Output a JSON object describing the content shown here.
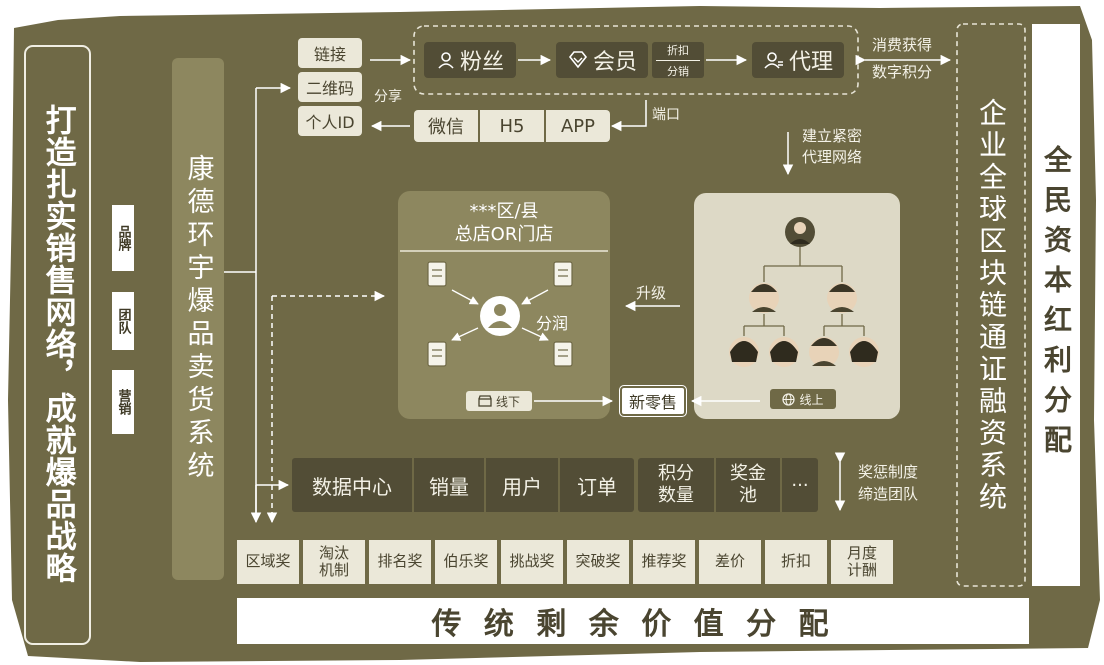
{
  "left_slogan": "打造扎实销售网络，成就爆品战略",
  "left_tags": [
    "品牌",
    "团队",
    "营销"
  ],
  "system_name": "康德环宇爆品卖货系统",
  "share_options": [
    "链接",
    "二维码",
    "个人ID"
  ],
  "share_label": "分享",
  "user_flow": {
    "fans": "粉丝",
    "member": "会员",
    "upgrade_line1": "折扣",
    "upgrade_line2": "分销",
    "agent": "代理"
  },
  "reward_line1": "消费获得",
  "reward_line2": "数字积分",
  "ports": [
    "微信",
    "H5",
    "APP"
  ],
  "port_label": "端口",
  "network_line1": "建立紧密",
  "network_line2": "代理网络",
  "store_title_line1": "***区/县",
  "store_title_line2": "总店OR门店",
  "profit_label": "分润",
  "offline_label": "线下",
  "upgrade_label": "升级",
  "new_retail": "新零售",
  "online_label": "线上",
  "data_center": [
    "数据中心",
    "销量",
    "用户",
    "订单"
  ],
  "points_box": {
    "line1": "积分",
    "line2": "数量"
  },
  "pool_box": {
    "line1": "奖金",
    "line2": "池"
  },
  "more": "···",
  "reward_system_line1": "奖惩制度",
  "reward_system_line2": "缔造团队",
  "awards": [
    {
      "line1": "区域奖",
      "line2": ""
    },
    {
      "line1": "淘汰",
      "line2": "机制"
    },
    {
      "line1": "排名奖",
      "line2": ""
    },
    {
      "line1": "伯乐奖",
      "line2": ""
    },
    {
      "line1": "挑战奖",
      "line2": ""
    },
    {
      "line1": "突破奖",
      "line2": ""
    },
    {
      "line1": "推荐奖",
      "line2": ""
    },
    {
      "line1": "差价",
      "line2": ""
    },
    {
      "line1": "折扣",
      "line2": ""
    },
    {
      "line1": "月度",
      "line2": "计酬"
    }
  ],
  "bottom_banner": "传 统 剩 余 价 值 分 配",
  "right_blockchain": "企业全球区块链通证融资系统",
  "right_dividend": "全民资本红利分配",
  "colors": {
    "background": "#6f6946",
    "panel": "#8d875f",
    "light": "#ebe8d9",
    "dark": "#524d36",
    "white": "#ffffff"
  }
}
